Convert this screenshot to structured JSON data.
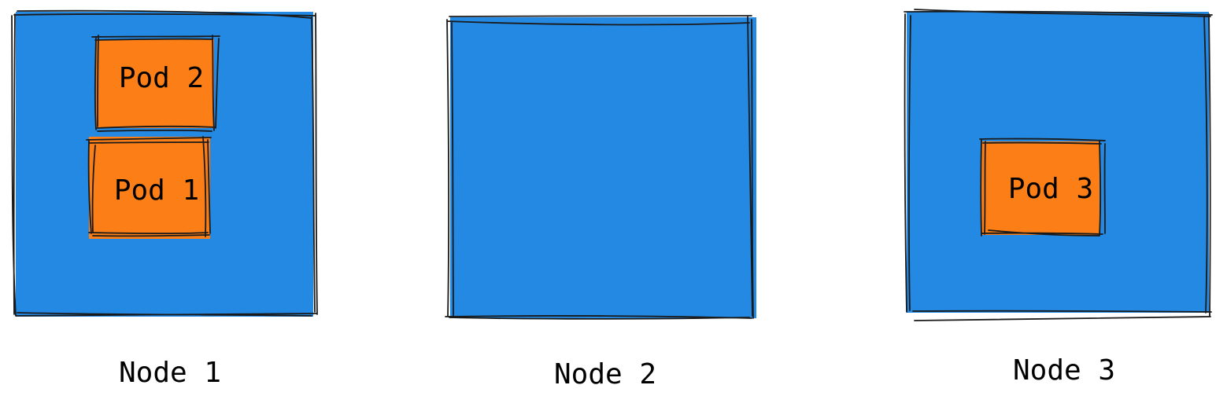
{
  "colors": {
    "node_fill": "#2389e3",
    "pod_fill": "#fb7f16",
    "outline": "#1a1a1a",
    "background": "#ffffff"
  },
  "nodes": [
    {
      "id": "node-1",
      "label": "Node 1",
      "pods": [
        {
          "id": "pod-2",
          "label": "Pod 2"
        },
        {
          "id": "pod-1",
          "label": "Pod 1"
        }
      ]
    },
    {
      "id": "node-2",
      "label": "Node 2",
      "pods": []
    },
    {
      "id": "node-3",
      "label": "Node 3",
      "pods": [
        {
          "id": "pod-3",
          "label": "Pod 3"
        }
      ]
    }
  ]
}
